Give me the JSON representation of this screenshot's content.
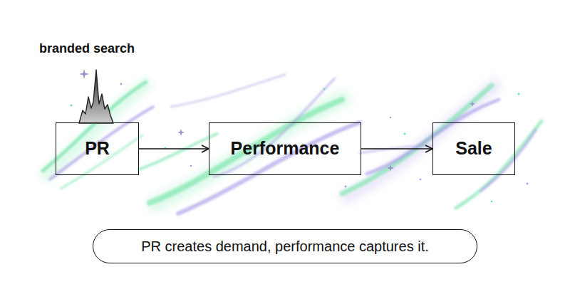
{
  "diagram": {
    "caption": "PR creates demand, performance captures it.",
    "nodes": [
      {
        "text": [
          "PR"
        ]
      },
      {
        "text": [
          "Performance"
        ]
      },
      {
        "text": [
          "Sale"
        ]
      }
    ],
    "edges": [
      {
        "from": 0,
        "to": 1,
        "arrow": "to"
      },
      {
        "from": 1,
        "to": 2,
        "arrow": "to"
      }
    ],
    "labels": [
      "branded search"
    ]
  }
}
